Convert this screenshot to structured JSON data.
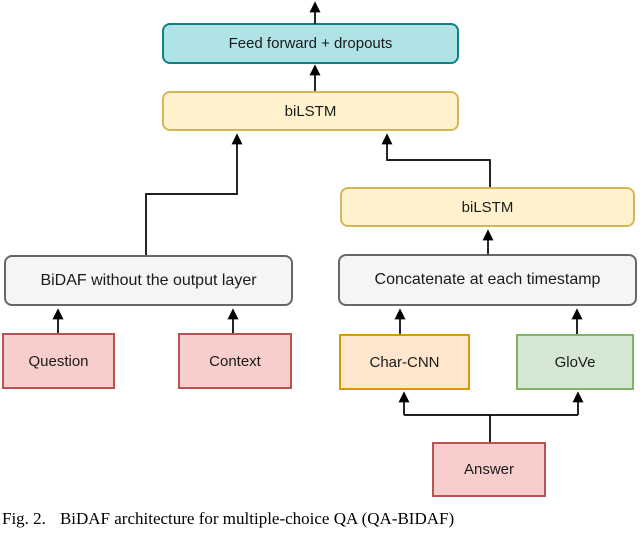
{
  "figure": {
    "nodes": {
      "feed_forward": {
        "label": "Feed forward + dropouts",
        "fill": "#b0e3e6",
        "stroke": "#0e8088"
      },
      "bilstm_top": {
        "label": "biLSTM",
        "fill": "#fff2cc",
        "stroke": "#d6b656"
      },
      "bilstm_right": {
        "label": "biLSTM",
        "fill": "#fff2cc",
        "stroke": "#d6b656"
      },
      "bidaf": {
        "label": "BiDAF without the output layer",
        "fill": "#f5f5f5",
        "stroke": "#666666"
      },
      "concatenate": {
        "label": "Concatenate at each timestamp",
        "fill": "#f5f5f5",
        "stroke": "#666666"
      },
      "question": {
        "label": "Question",
        "fill": "#f8cecc",
        "stroke": "#b85450"
      },
      "context": {
        "label": "Context",
        "fill": "#f8cecc",
        "stroke": "#b85450"
      },
      "char_cnn": {
        "label": "Char-CNN",
        "fill": "#ffe6cc",
        "stroke": "#d79b00"
      },
      "glove": {
        "label": "GloVe",
        "fill": "#d5e8d4",
        "stroke": "#82b366"
      },
      "answer": {
        "label": "Answer",
        "fill": "#f8cecc",
        "stroke": "#b85450"
      }
    },
    "arrow_color": "#000000",
    "caption": {
      "fig_label": "Fig. 2.",
      "text": "BiDAF architecture for multiple-choice QA (QA-BIDAF)"
    }
  }
}
